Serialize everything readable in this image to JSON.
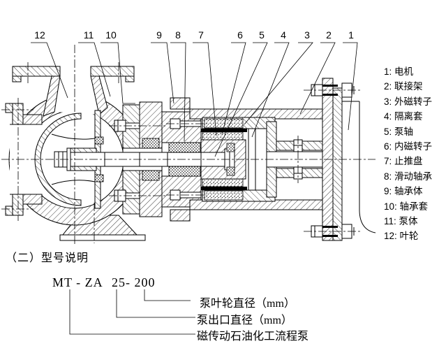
{
  "colors": {
    "ink": "#000000",
    "paper": "#ffffff"
  },
  "callouts": [
    "12",
    "11",
    "10",
    "9",
    "8",
    "7",
    "6",
    "5",
    "4",
    "3",
    "2",
    "1"
  ],
  "legend": {
    "items": [
      "1: 电机",
      "2: 联接架",
      "3: 外磁转子",
      "4: 隔离套",
      "5: 泵轴",
      "6: 内磁转子",
      "7: 止推盘",
      "8: 滑动轴承",
      "9: 轴承体",
      "10: 轴承套",
      "11: 泵体",
      "12: 叶轮"
    ]
  },
  "model_section": {
    "title": "（二）型号说明",
    "model_code_prefix": "MT - ZA",
    "model_code_size": "25- 200",
    "label_impeller": "泵叶轮直径（mm）",
    "label_outlet": "泵出口直径（mm）",
    "label_pump_type": "磁传动石油化工流程泵"
  }
}
